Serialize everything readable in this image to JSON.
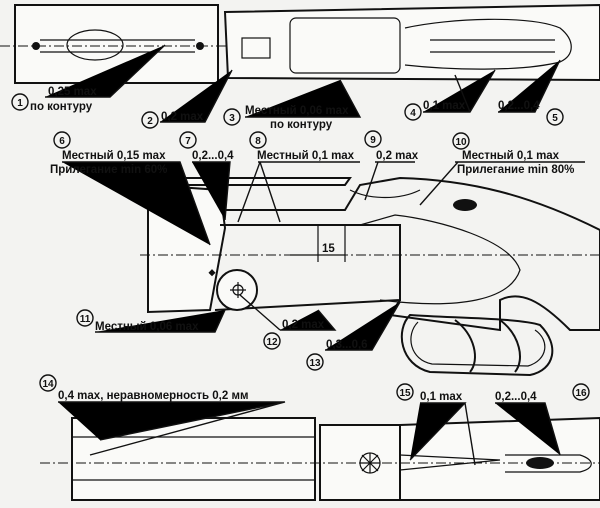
{
  "callouts": [
    {
      "n": "1",
      "lines": [
        "0,25 max",
        "по контуру"
      ]
    },
    {
      "n": "2",
      "lines": [
        "0,2 max"
      ]
    },
    {
      "n": "3",
      "lines": [
        "Местный 0,06 max",
        "по контуру"
      ]
    },
    {
      "n": "4",
      "lines": [
        "0,1 max"
      ]
    },
    {
      "n": "5",
      "lines": [
        "0,2...0,4"
      ]
    },
    {
      "n": "6",
      "lines": [
        "Местный 0,15 max",
        "Прилегание min 60%"
      ]
    },
    {
      "n": "7",
      "lines": [
        "0,2...0,4"
      ]
    },
    {
      "n": "8",
      "lines": [
        "Местный 0,1 max"
      ]
    },
    {
      "n": "9",
      "lines": [
        "0,2 max"
      ]
    },
    {
      "n": "10",
      "lines": [
        "Местный 0,1 max",
        "Прилегание min 80%"
      ]
    },
    {
      "n": "11",
      "lines": [
        "Местный 0,06 max"
      ]
    },
    {
      "n": "12",
      "lines": [
        "0,2 max"
      ]
    },
    {
      "n": "13",
      "lines": [
        "0,3...0,6"
      ]
    },
    {
      "n": "14",
      "lines": [
        "0,4 max, неравномерность 0,2 мм"
      ]
    },
    {
      "n": "15",
      "lines": [
        "0,1 max"
      ]
    },
    {
      "n": "16",
      "lines": [
        "0,2...0,4"
      ]
    }
  ],
  "dimension": {
    "value": "15"
  }
}
